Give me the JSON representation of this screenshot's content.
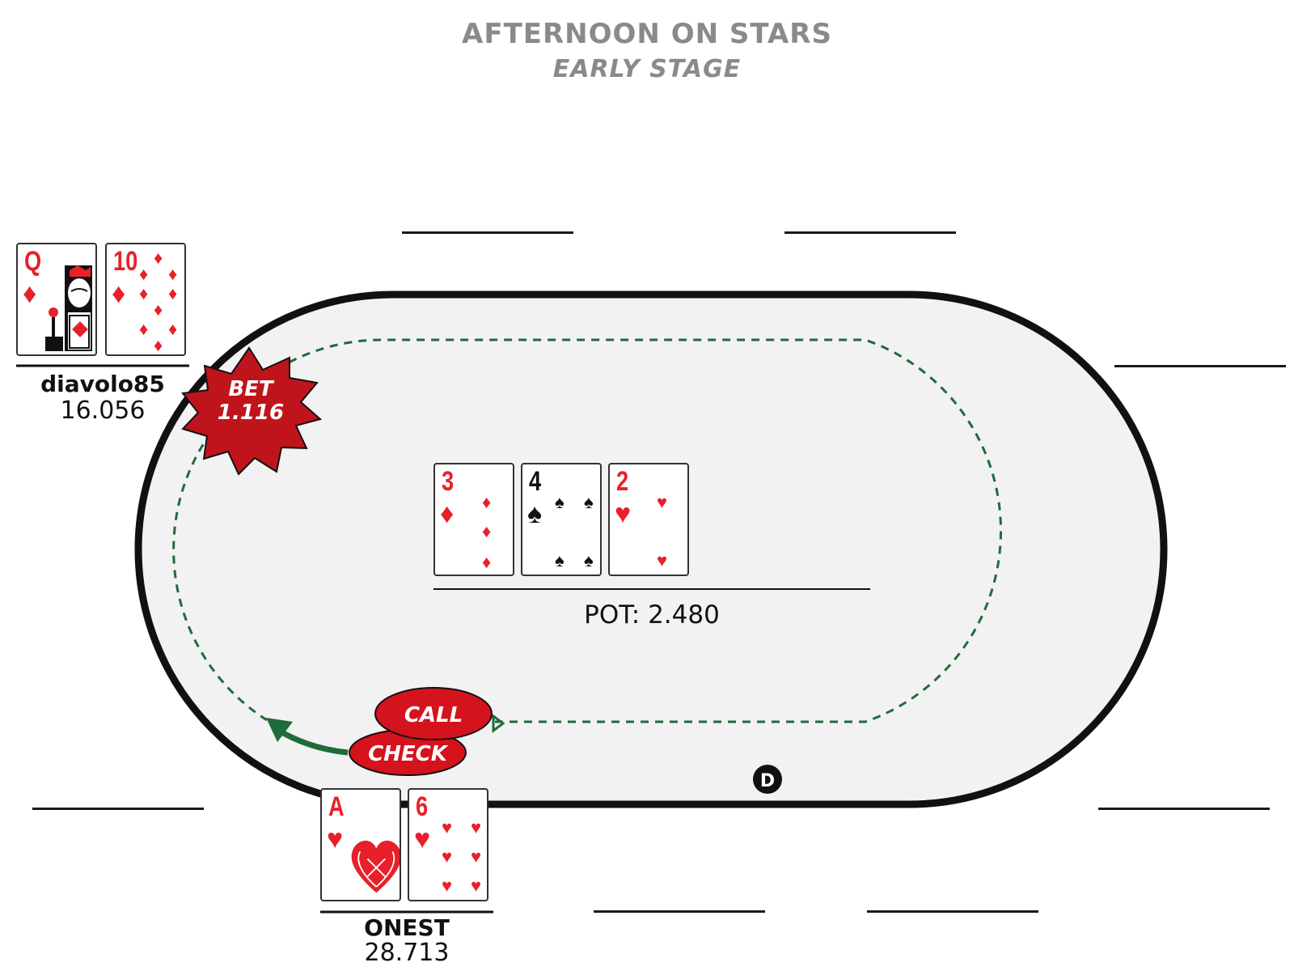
{
  "header": {
    "title": "AFTERNOON ON STARS",
    "subtitle": "EARLY STAGE"
  },
  "colors": {
    "red": "#e8202a",
    "dark_red": "#c0141c",
    "felt": "#f2f2f2",
    "rail": "#111111",
    "path_green": "#1f6b3a"
  },
  "players": [
    {
      "name": "diavolo85",
      "stack": "16.056",
      "cards": [
        {
          "rank": "Q",
          "suit": "diamonds"
        },
        {
          "rank": "10",
          "suit": "diamonds"
        }
      ]
    },
    {
      "name": "ONEST",
      "stack": "28.713",
      "cards": [
        {
          "rank": "A",
          "suit": "hearts"
        },
        {
          "rank": "6",
          "suit": "hearts"
        }
      ]
    }
  ],
  "board": [
    {
      "rank": "3",
      "suit": "diamonds"
    },
    {
      "rank": "4",
      "suit": "spades"
    },
    {
      "rank": "2",
      "suit": "hearts"
    }
  ],
  "pot": "POT: 2.480",
  "actions": {
    "bet_label": "BET",
    "bet_amount": "1.116",
    "call_label": "CALL",
    "check_label": "CHECK"
  },
  "dealer_button": "D",
  "icons": {
    "diamond": "♦",
    "heart": "♥",
    "spade": "♠"
  }
}
